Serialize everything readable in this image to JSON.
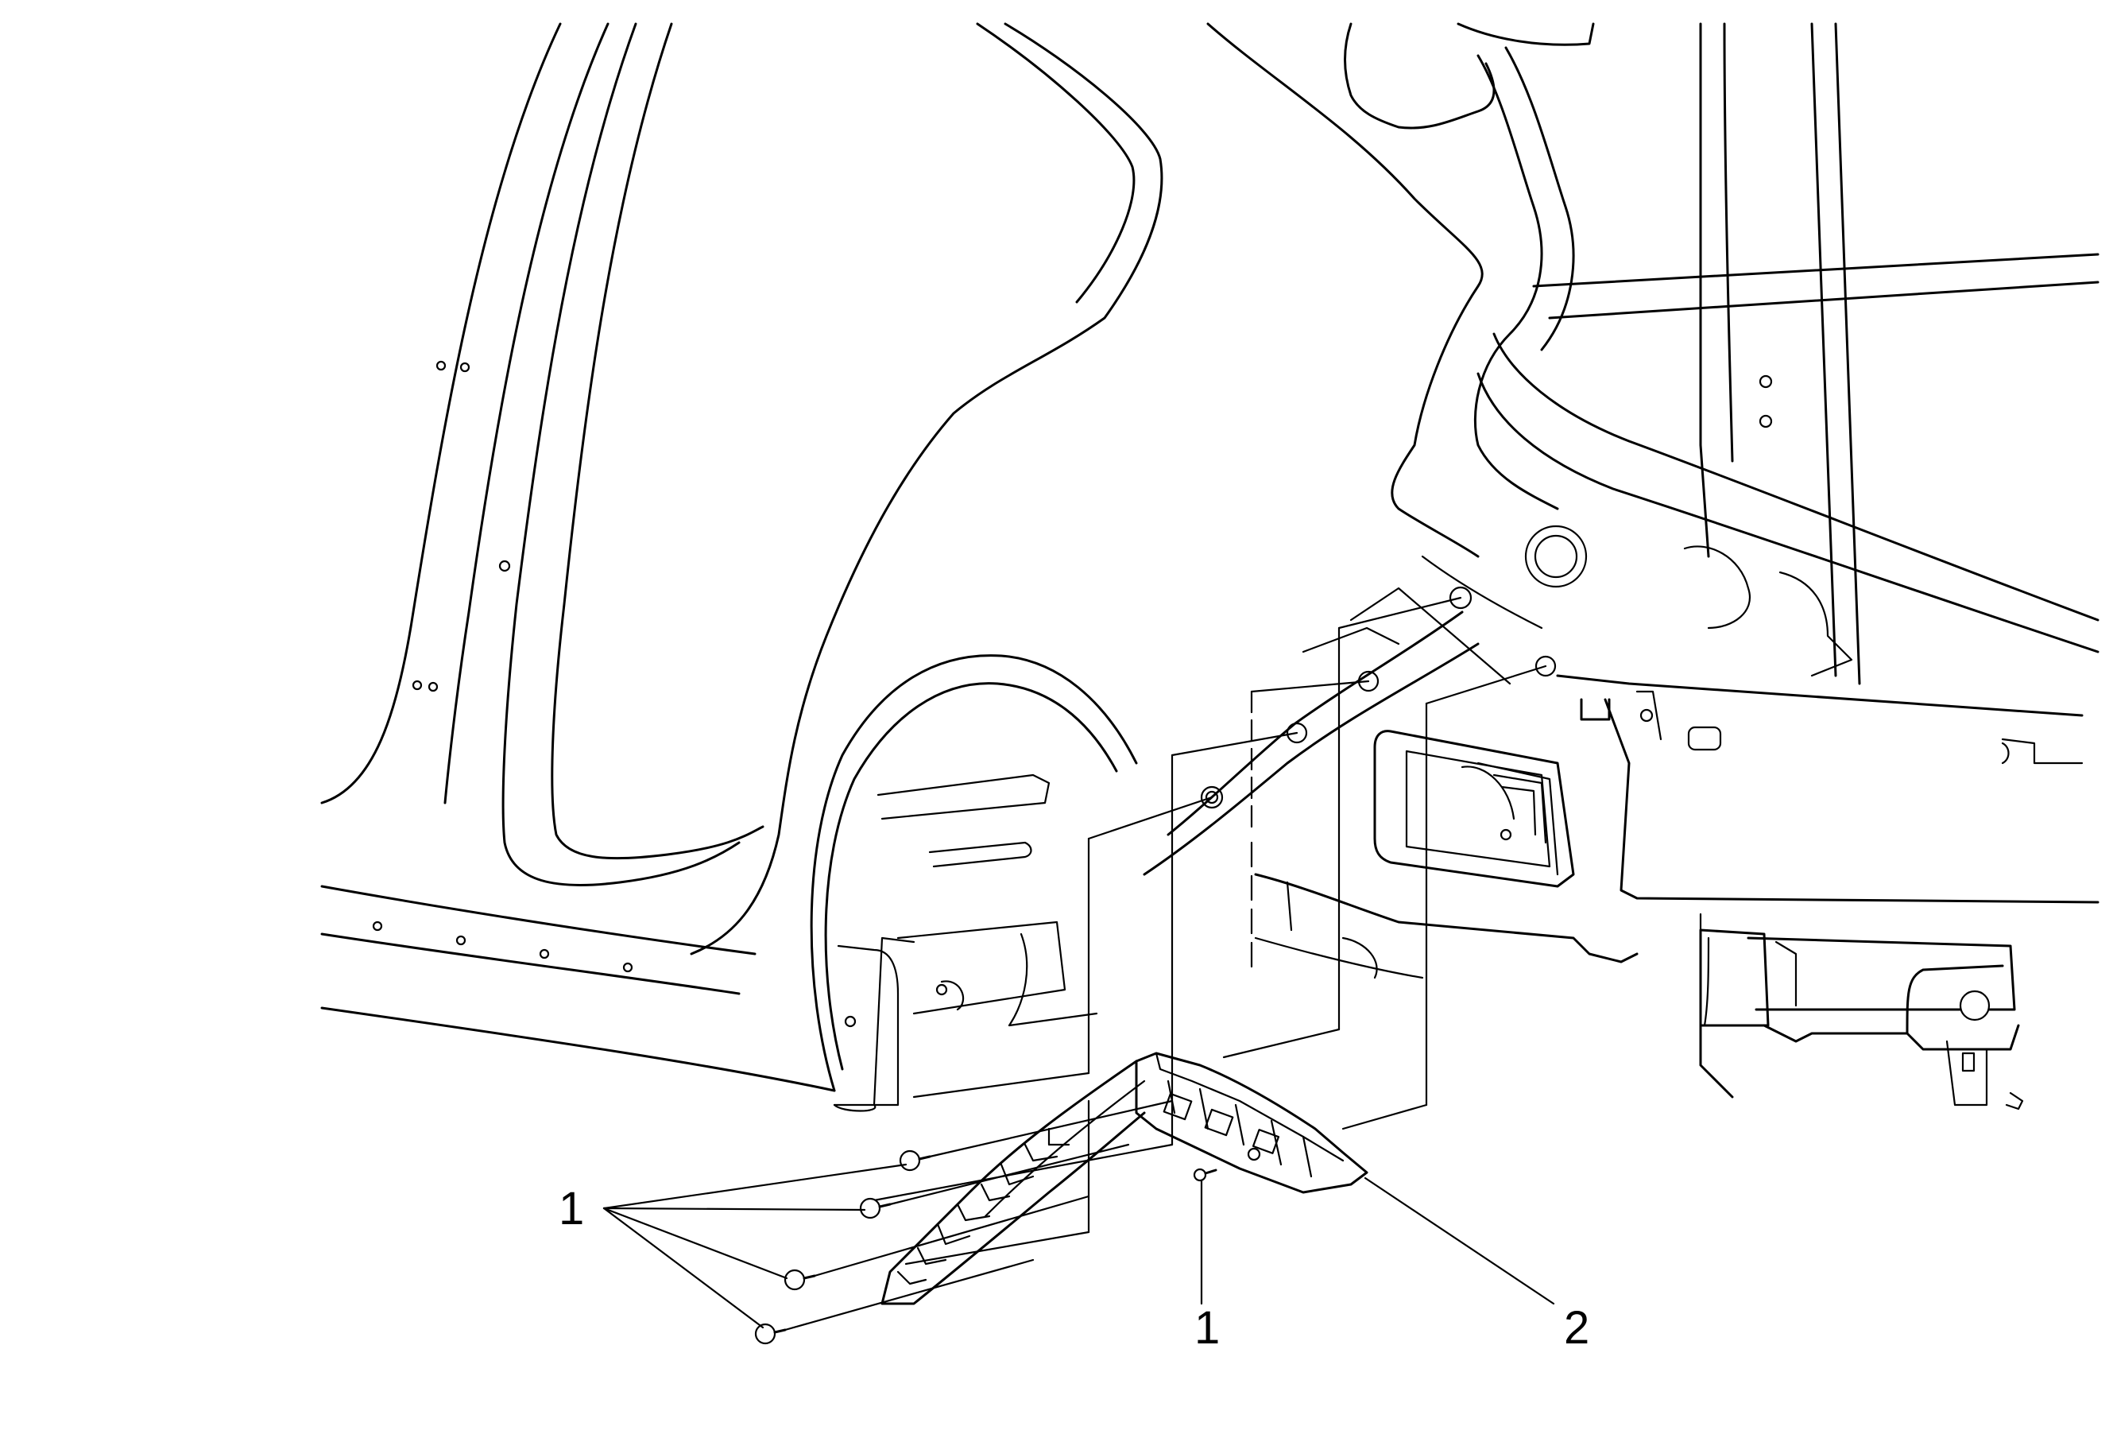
{
  "figure": {
    "callouts": [
      {
        "id": "c1-left",
        "text": "1"
      },
      {
        "id": "c1-center",
        "text": "1"
      },
      {
        "id": "c2",
        "text": "2"
      }
    ]
  }
}
